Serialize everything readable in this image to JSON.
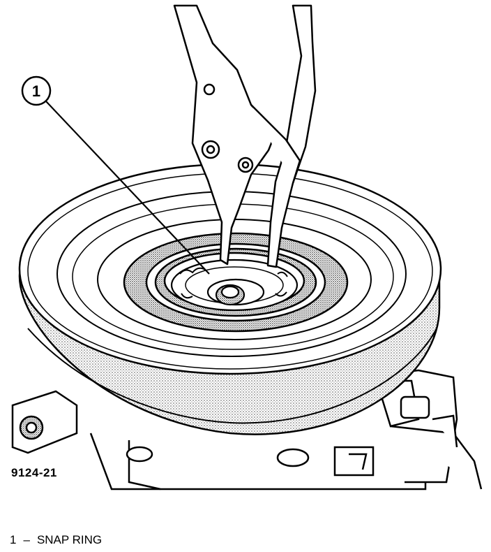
{
  "figure": {
    "figure_id": "9124-21",
    "callouts": [
      {
        "number": "1",
        "label": "SNAP RING"
      }
    ],
    "legend": [
      {
        "number": "1",
        "separator": "–",
        "label": "SNAP RING"
      }
    ]
  }
}
